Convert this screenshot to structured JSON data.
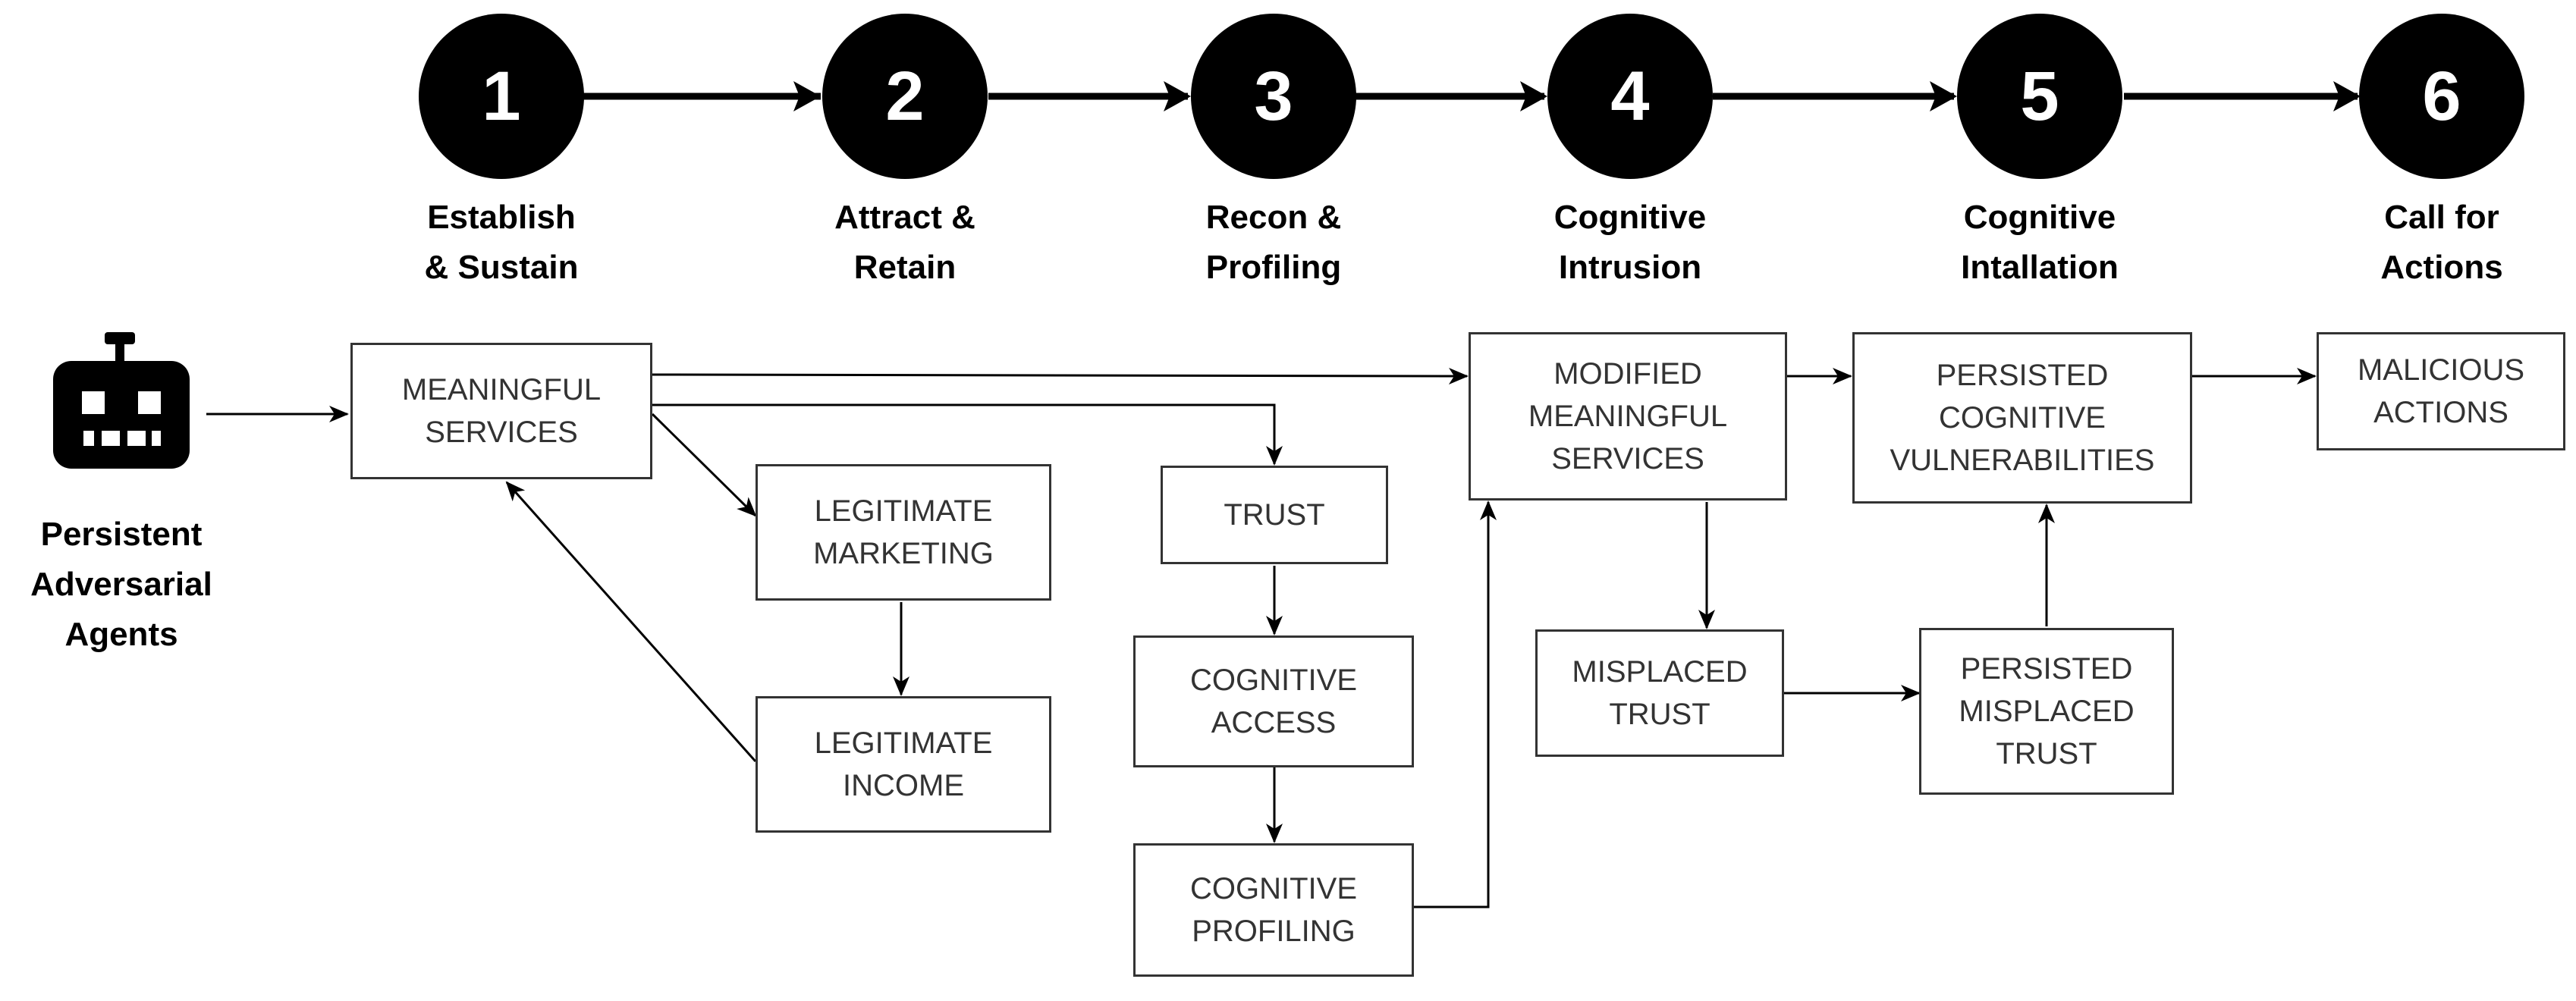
{
  "steps": [
    {
      "number": "1",
      "label": "Establish\n& Sustain"
    },
    {
      "number": "2",
      "label": "Attract &\nRetain"
    },
    {
      "number": "3",
      "label": "Recon &\nProfiling"
    },
    {
      "number": "4",
      "label": "Cognitive\nIntrusion"
    },
    {
      "number": "5",
      "label": "Cognitive\nIntallation"
    },
    {
      "number": "6",
      "label": "Call for\nActions"
    }
  ],
  "agent": {
    "label": "Persistent\nAdversarial\nAgents",
    "icon": "robot-icon"
  },
  "boxes": {
    "meaningful_services": "MEANINGFUL\nSERVICES",
    "legitimate_marketing": "LEGITIMATE\nMARKETING",
    "legitimate_income": "LEGITIMATE\nINCOME",
    "trust": "TRUST",
    "cognitive_access": "COGNITIVE\nACCESS",
    "cognitive_profiling": "COGNITIVE\nPROFILING",
    "modified_meaningful_services": "MODIFIED\nMEANINGFUL\nSERVICES",
    "misplaced_trust": "MISPLACED\nTRUST",
    "persisted_cognitive_vulnerabilities": "PERSISTED\nCOGNITIVE\nVULNERABILITIES",
    "persisted_misplaced_trust": "PERSISTED\nMISPLACED\nTRUST",
    "malicious_actions": "MALICIOUS\nACTIONS"
  },
  "colors": {
    "step_fill": "#000000",
    "step_text": "#ffffff",
    "box_border": "#333333",
    "wire": "#000000"
  }
}
